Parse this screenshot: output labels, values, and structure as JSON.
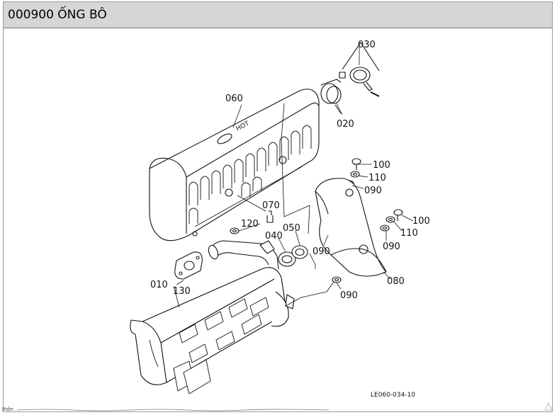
{
  "header": {
    "title": "000900 ỐNG BÔ"
  },
  "diagram": {
    "callouts": {
      "p010": "010",
      "p020": "020",
      "p030": "030",
      "p040": "040",
      "p050": "050",
      "p060": "060",
      "p070": "070",
      "p080": "080",
      "p090a": "090",
      "p090b": "090",
      "p090c": "090",
      "p090d": "090",
      "p100a": "100",
      "p100b": "100",
      "p110a": "110",
      "p110b": "110",
      "p120": "120",
      "p130": "130"
    },
    "reference_code": "LE060-034-10",
    "embossed_text": "HOT"
  },
  "footer": {
    "text": "thôn"
  }
}
